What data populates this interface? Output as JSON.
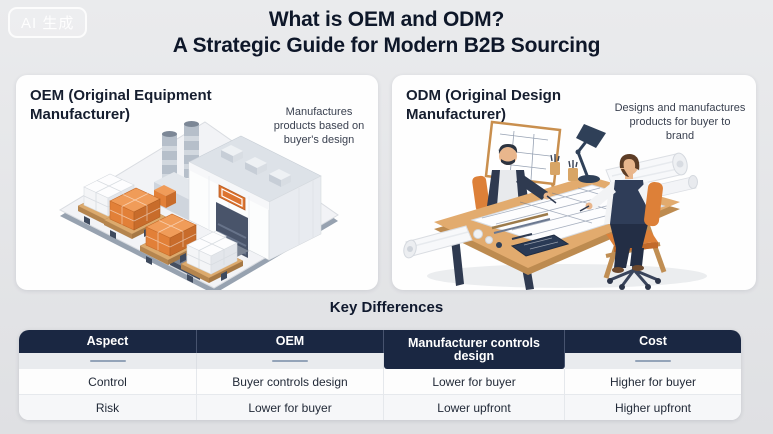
{
  "watermark": {
    "label": "AI 生成"
  },
  "title": {
    "line1": "What is OEM and ODM?",
    "line2": "A Strategic Guide for Modern B2B Sourcing"
  },
  "panels": {
    "oem": {
      "heading": "OEM (Original Equipment Manufacturer)",
      "caption": "Manufactures products based on buyer's design",
      "illustration": "isometric-factory-with-smokestacks-conveyor-and-pallets"
    },
    "odm": {
      "heading": "ODM (Original Design Manufacturer)",
      "caption": "Designs and manufactures products for buyer to brand",
      "illustration": "two-designers-at-drafting-table-with-blueprints"
    }
  },
  "key_differences": {
    "title": "Key Differences",
    "headers": [
      "Aspect",
      "OEM",
      "Manufacturer controls design",
      "Cost"
    ],
    "rows": [
      [
        "Control",
        "Buyer controls design",
        "Lower for buyer",
        "Higher for buyer"
      ],
      [
        "Risk",
        "Lower for buyer",
        "Lower upfront",
        "Higher upfront"
      ]
    ]
  },
  "colors": {
    "background": "#e5e6e8",
    "panel": "#fefefe",
    "navy_text": "#131c31",
    "table_header": "#1a2742",
    "accent_orange": "#dd7a33",
    "wood": "#e2ab6e",
    "slate": "#97a2b0",
    "dash": "#93a3b8"
  }
}
